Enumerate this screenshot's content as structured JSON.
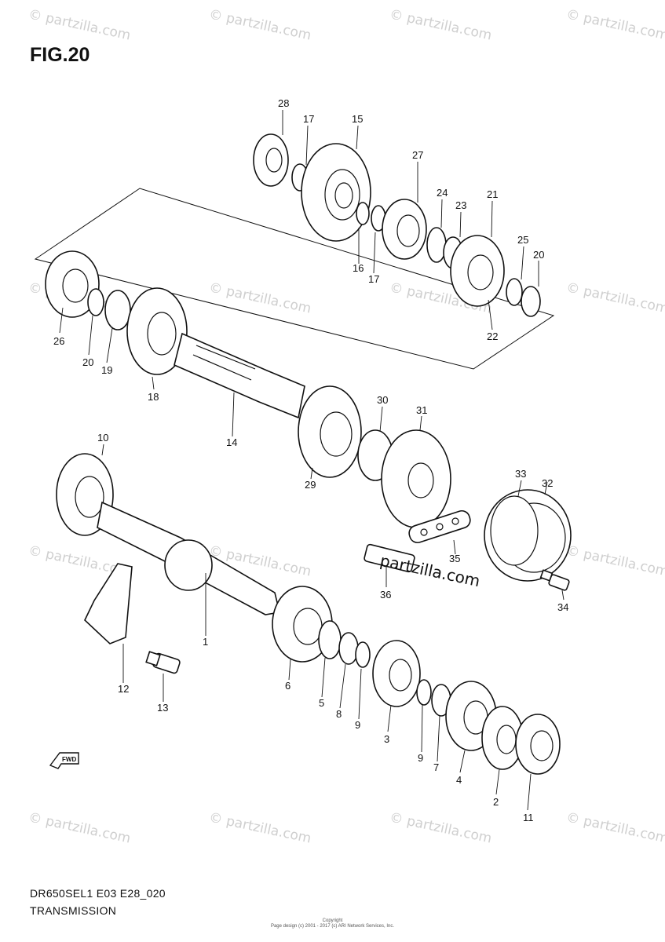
{
  "figure_label": "FIG.20",
  "model_code": "DR650SEL1 E03 E28_020",
  "section_title": "TRANSMISSION",
  "watermark_text": "© partzilla.com",
  "site_watermark": "partzilla.com",
  "copyright_line1": "Copyright",
  "copyright_line2": "Page design (c) 2001 - 2017 (c) ARI Network Services, Inc.",
  "fwd_label": "FWD",
  "parts": [
    {
      "id": "p1",
      "label": "1"
    },
    {
      "id": "p2",
      "label": "2"
    },
    {
      "id": "p3",
      "label": "3"
    },
    {
      "id": "p4",
      "label": "4"
    },
    {
      "id": "p5",
      "label": "5"
    },
    {
      "id": "p6",
      "label": "6"
    },
    {
      "id": "p7",
      "label": "7"
    },
    {
      "id": "p8",
      "label": "8"
    },
    {
      "id": "p9a",
      "label": "9"
    },
    {
      "id": "p9b",
      "label": "9"
    },
    {
      "id": "p10",
      "label": "10"
    },
    {
      "id": "p11",
      "label": "11"
    },
    {
      "id": "p12",
      "label": "12"
    },
    {
      "id": "p13",
      "label": "13"
    },
    {
      "id": "p14",
      "label": "14"
    },
    {
      "id": "p15",
      "label": "15"
    },
    {
      "id": "p16",
      "label": "16"
    },
    {
      "id": "p17a",
      "label": "17"
    },
    {
      "id": "p17b",
      "label": "17"
    },
    {
      "id": "p18",
      "label": "18"
    },
    {
      "id": "p19",
      "label": "19"
    },
    {
      "id": "p20a",
      "label": "20"
    },
    {
      "id": "p20b",
      "label": "20"
    },
    {
      "id": "p21",
      "label": "21"
    },
    {
      "id": "p22",
      "label": "22"
    },
    {
      "id": "p23",
      "label": "23"
    },
    {
      "id": "p24",
      "label": "24"
    },
    {
      "id": "p25",
      "label": "25"
    },
    {
      "id": "p26",
      "label": "26"
    },
    {
      "id": "p27",
      "label": "27"
    },
    {
      "id": "p28",
      "label": "28"
    },
    {
      "id": "p29",
      "label": "29"
    },
    {
      "id": "p30",
      "label": "30"
    },
    {
      "id": "p31",
      "label": "31"
    },
    {
      "id": "p32",
      "label": "32"
    },
    {
      "id": "p33",
      "label": "33"
    },
    {
      "id": "p34",
      "label": "34"
    },
    {
      "id": "p35",
      "label": "35"
    },
    {
      "id": "p36",
      "label": "36"
    }
  ]
}
